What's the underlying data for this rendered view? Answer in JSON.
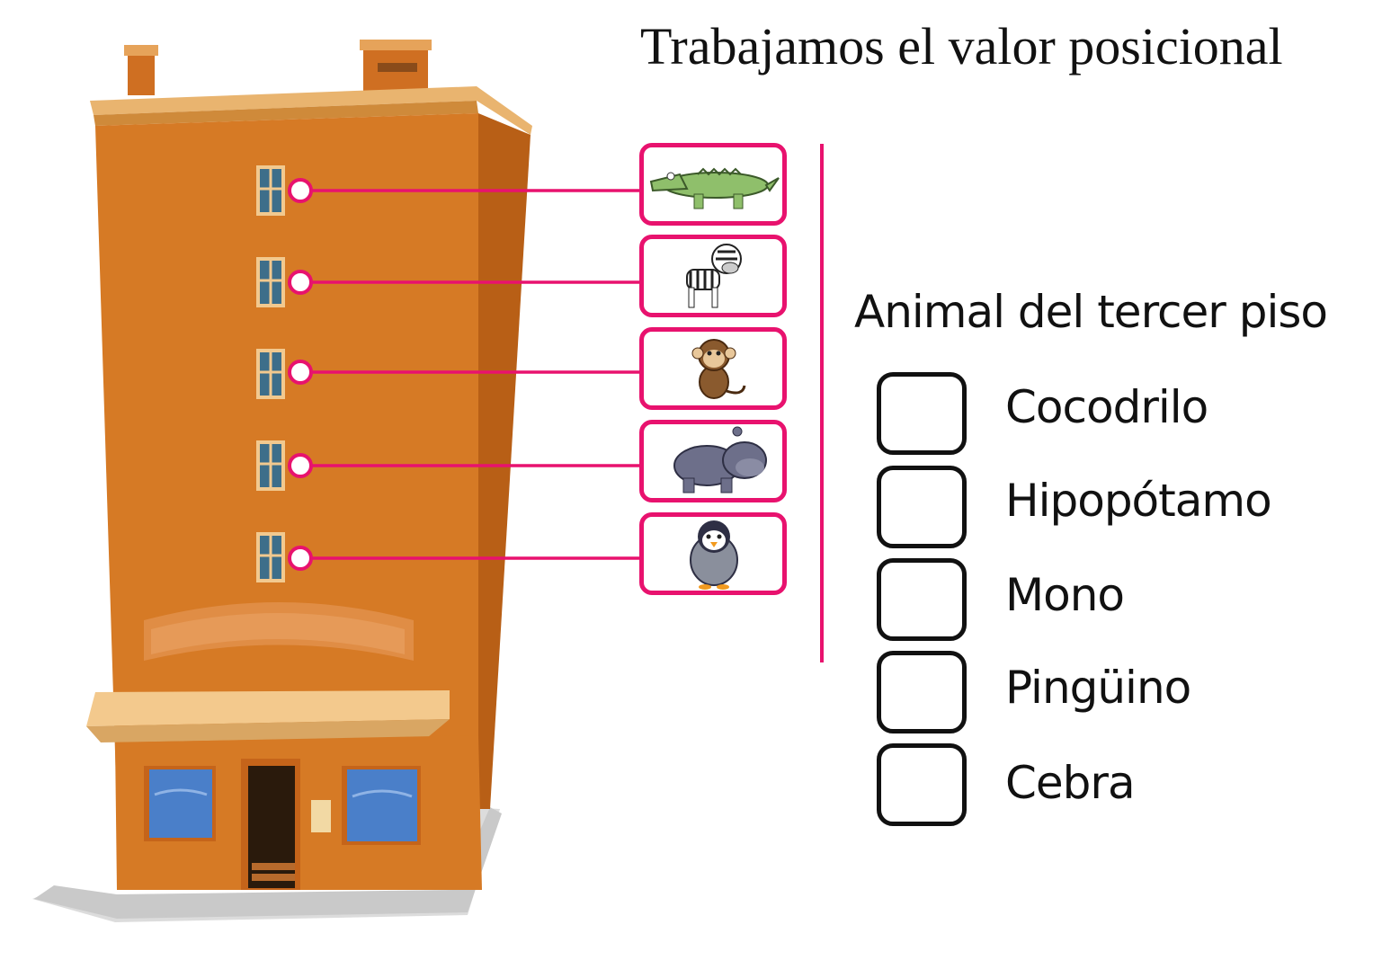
{
  "title": "Trabajamos el valor posicional",
  "question": "Animal del tercer piso",
  "accent_color": "#e8126e",
  "building": {
    "floors": 5,
    "icon": "apartment-building-icon"
  },
  "animals": [
    {
      "icon": "crocodile-icon"
    },
    {
      "icon": "zebra-icon"
    },
    {
      "icon": "monkey-icon"
    },
    {
      "icon": "hippo-icon"
    },
    {
      "icon": "penguin-icon"
    }
  ],
  "options": [
    {
      "label": "Cocodrilo",
      "checked": false
    },
    {
      "label": "Hipopótamo",
      "checked": false
    },
    {
      "label": "Mono",
      "checked": false
    },
    {
      "label": "Pingüino",
      "checked": false
    },
    {
      "label": "Cebra",
      "checked": false
    }
  ]
}
